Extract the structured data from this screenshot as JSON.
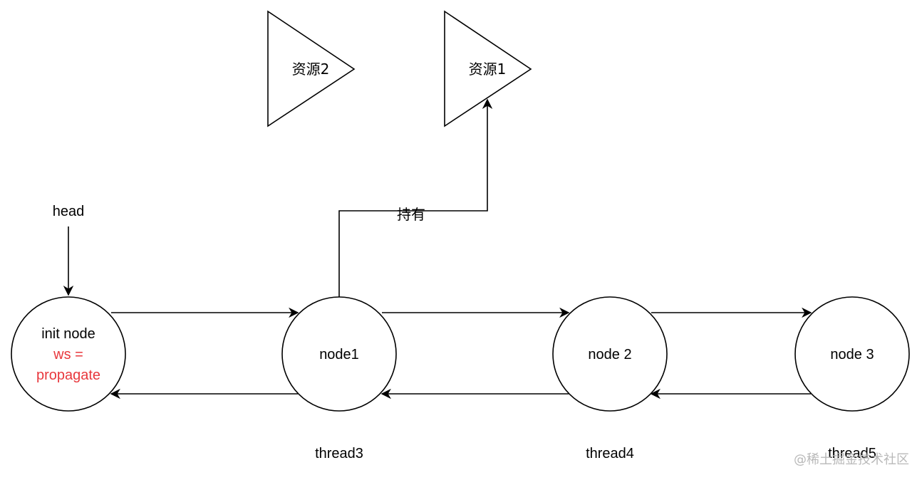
{
  "resources": {
    "resource2": "资源2",
    "resource1": "资源1"
  },
  "head_label": "head",
  "hold_label": "持有",
  "nodes": {
    "init": {
      "line1": "init node",
      "line2": "ws =",
      "line3": "propagate"
    },
    "node1": "node1",
    "node2": "node 2",
    "node3": "node 3"
  },
  "threads": {
    "t3": "thread3",
    "t4": "thread4",
    "t5": "thread5"
  },
  "watermark": "@稀土掘金技术社区",
  "colors": {
    "stroke": "#000000",
    "highlight": "#e8383d",
    "watermark": "#b9b9b9"
  }
}
